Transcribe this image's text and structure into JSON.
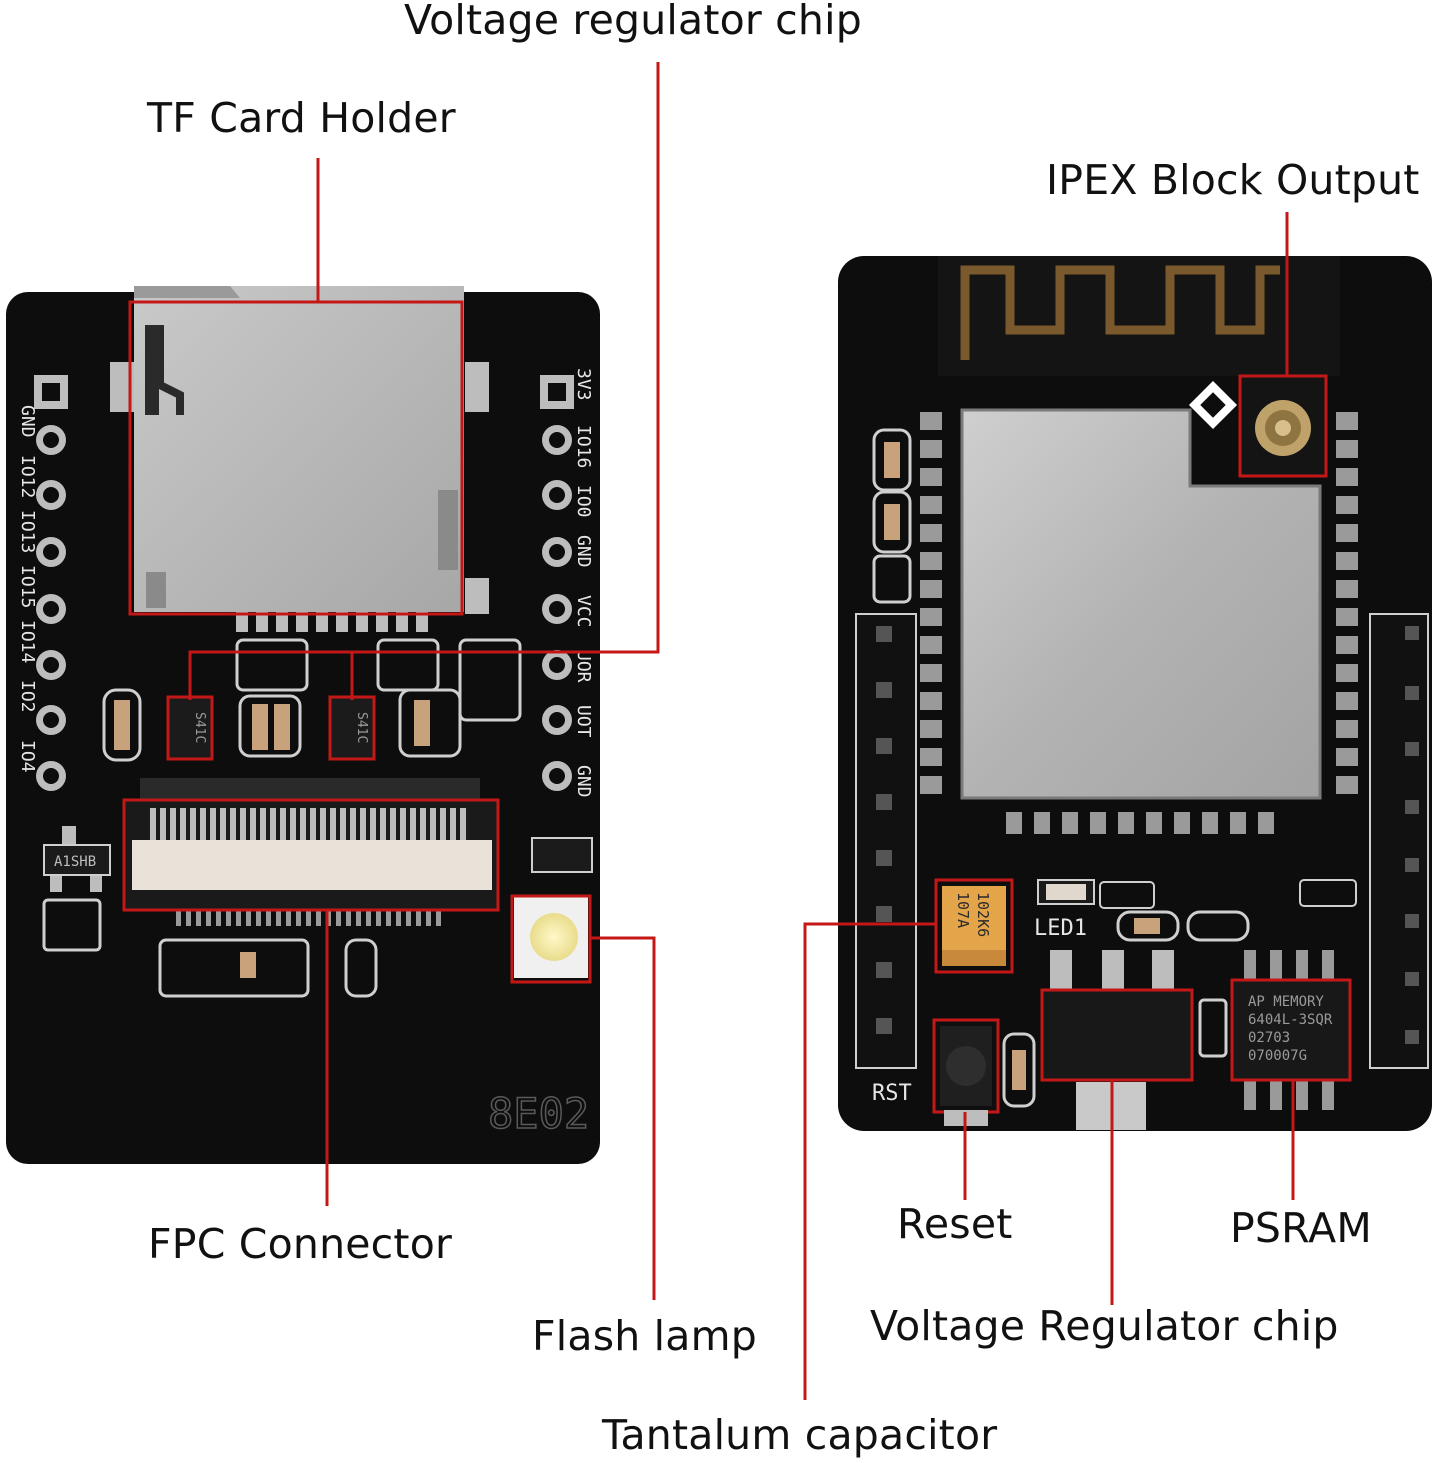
{
  "annotations": {
    "voltage_regulator_chip_top": "Voltage regulator chip",
    "tf_card_holder": "TF Card Holder",
    "ipex_block_output": "IPEX Block Output",
    "fpc_connector": "FPC Connector",
    "flash_lamp": "Flash lamp",
    "reset": "Reset",
    "psram": "PSRAM",
    "voltage_regulator_chip_bottom": "Voltage Regulator chip",
    "tantalum_capacitor": "Tantalum capacitor"
  },
  "left_board": {
    "pins_left": [
      "3V3",
      "IO16",
      "IO0",
      "GND",
      "VCC",
      "UOR",
      "UOT",
      "GND"
    ],
    "pins_right": [
      "GND",
      "IO12",
      "IO13",
      "IO15",
      "IO14",
      "IO2",
      "IO4"
    ],
    "chip_marking": "A1SHB",
    "board_code": "8E02",
    "regulator_marking": "S41C"
  },
  "right_board": {
    "led_label": "LED1",
    "rst_label": "RST",
    "capacitor_marking_1": "107A",
    "capacitor_marking_2": "102K6",
    "psram_marking_1": "AP MEMORY",
    "psram_marking_2": "6404L-3SQR",
    "psram_marking_3": "02703",
    "psram_marking_4": "070007G"
  },
  "colors": {
    "pcb": "#0d0d0d",
    "callout": "#c41818",
    "shield": "#b9b9b9",
    "antenna": "#7a5a2c",
    "flash_led": "#f3e8a0"
  }
}
